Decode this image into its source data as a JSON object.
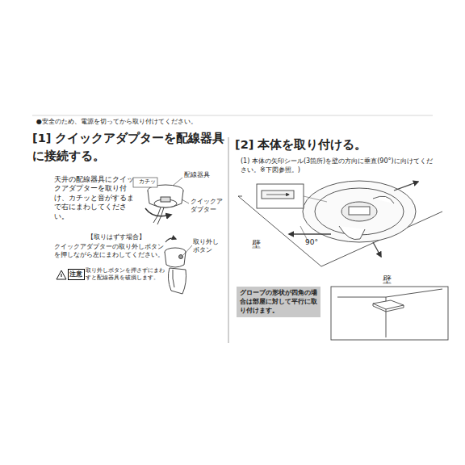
{
  "diagram": {
    "nodes": [
      {
        "text": [
          "注意"
        ]
      },
      {
        "text": [
          "グローブの形状が四角の場合は部屋に対して平行に取り付けます。"
        ]
      }
    ],
    "labels": [
      "●安全のため、電源を切ってから取り付けてください。",
      "[1] クイックアダプターを配線器具に接続する。",
      "天井の配線器具にクイックアダプターを取り付け、カチッと音がするまで右にまわしてください。",
      "カチッ",
      "配線器具",
      "クイックアダプター",
      "【取りはずす場合】",
      "クイックアダプターの取り外しボタンを押しながら左にまわしてください。",
      "取り外しボタン",
      "90°",
      "壁",
      "壁",
      "[2] 本体を取り付ける。",
      "(1) 本体の矢印シール(3箇所)を壁の方向に垂直(90°)に向けてください。※下図参照。)",
      "取り外しボタンを押さずにまわすと配線器具を破損します。"
    ]
  }
}
